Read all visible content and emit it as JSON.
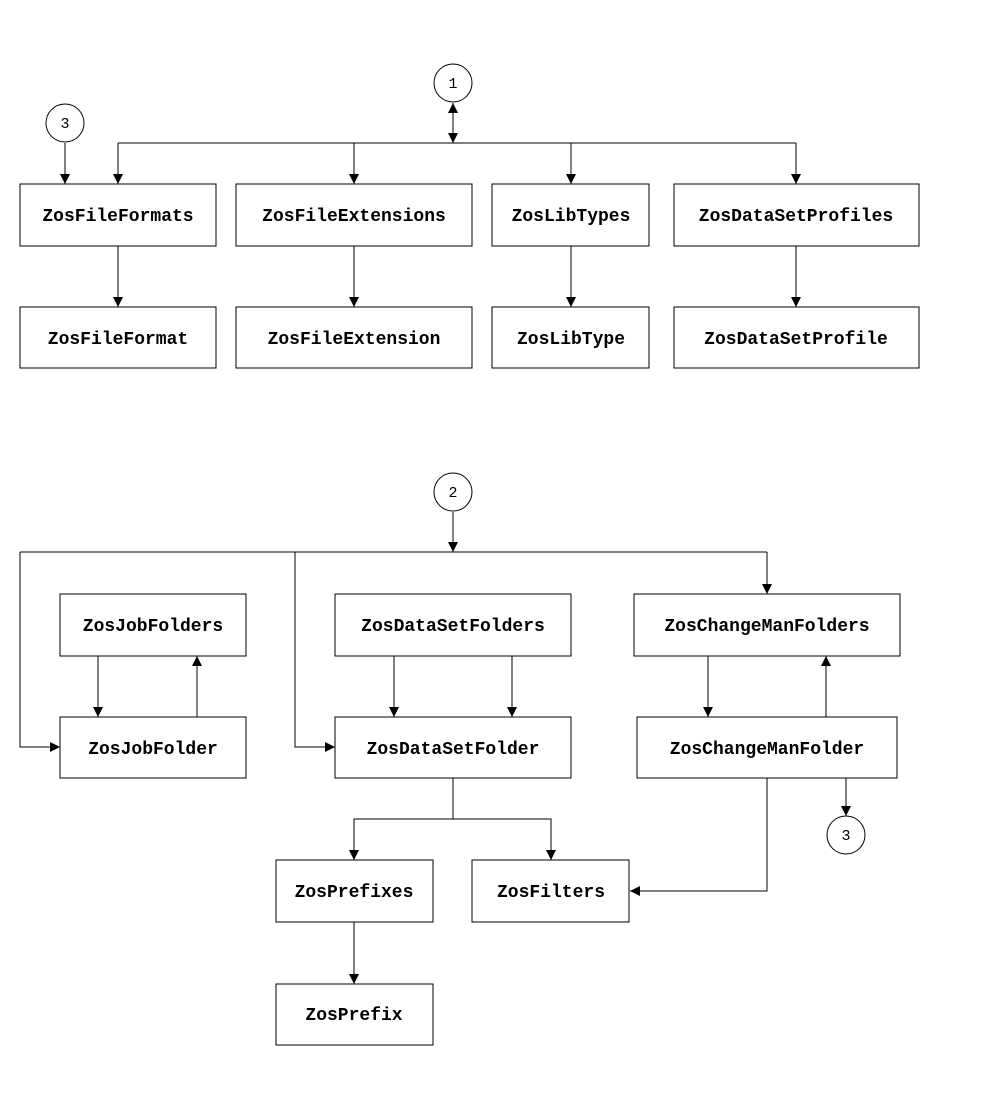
{
  "diagram": {
    "connectors": [
      {
        "id": "c1",
        "label": "1"
      },
      {
        "id": "c3top",
        "label": "3"
      },
      {
        "id": "c2",
        "label": "2"
      },
      {
        "id": "c3bottom",
        "label": "3"
      }
    ],
    "nodes": [
      {
        "id": "n1",
        "label": "ZosFileFormats"
      },
      {
        "id": "n2",
        "label": "ZosFileExtensions"
      },
      {
        "id": "n3",
        "label": "ZosLibTypes"
      },
      {
        "id": "n4",
        "label": "ZosDataSetProfiles"
      },
      {
        "id": "n5",
        "label": "ZosFileFormat"
      },
      {
        "id": "n6",
        "label": "ZosFileExtension"
      },
      {
        "id": "n7",
        "label": "ZosLibType"
      },
      {
        "id": "n8",
        "label": "ZosDataSetProfile"
      },
      {
        "id": "n9",
        "label": "ZosJobFolders"
      },
      {
        "id": "n10",
        "label": "ZosDataSetFolders"
      },
      {
        "id": "n11",
        "label": "ZosChangeManFolders"
      },
      {
        "id": "n12",
        "label": "ZosJobFolder"
      },
      {
        "id": "n13",
        "label": "ZosDataSetFolder"
      },
      {
        "id": "n14",
        "label": "ZosChangeManFolder"
      },
      {
        "id": "n15",
        "label": "ZosPrefixes"
      },
      {
        "id": "n16",
        "label": "ZosFilters"
      },
      {
        "id": "n17",
        "label": "ZosPrefix"
      }
    ]
  }
}
